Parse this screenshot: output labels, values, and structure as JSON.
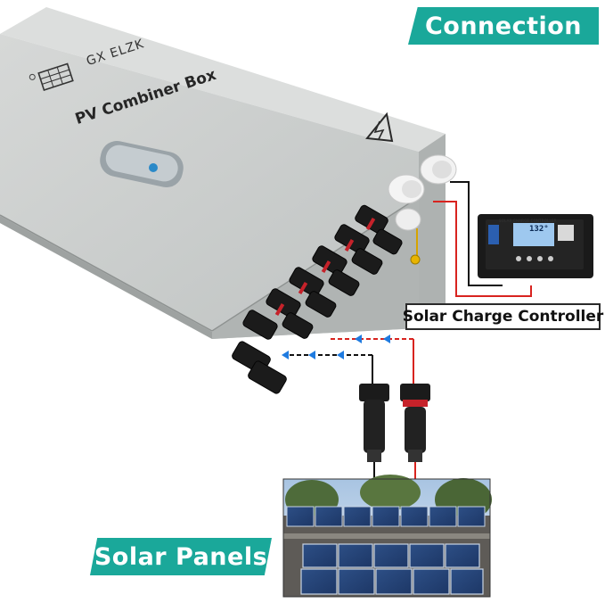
{
  "labels": {
    "connection": "Connection",
    "controller": "Solar Charge Controller",
    "panels": "Solar Panels"
  },
  "enclosure": {
    "brand": "GX ELZK",
    "title": "PV Combiner Box",
    "warning_icon": "high-voltage-warning-icon",
    "latch_icon": "door-latch-icon"
  },
  "controller": {
    "header": "SOLAR CHARGE CONTROLLER",
    "reading": "132°"
  },
  "colors": {
    "badge": "#1aa89a",
    "enclosure": "#c9cccb",
    "positive_wire": "#d8231f",
    "negative_wire": "#111111",
    "flow_arrow": "#1f7be0",
    "ground": "#e8b400"
  }
}
